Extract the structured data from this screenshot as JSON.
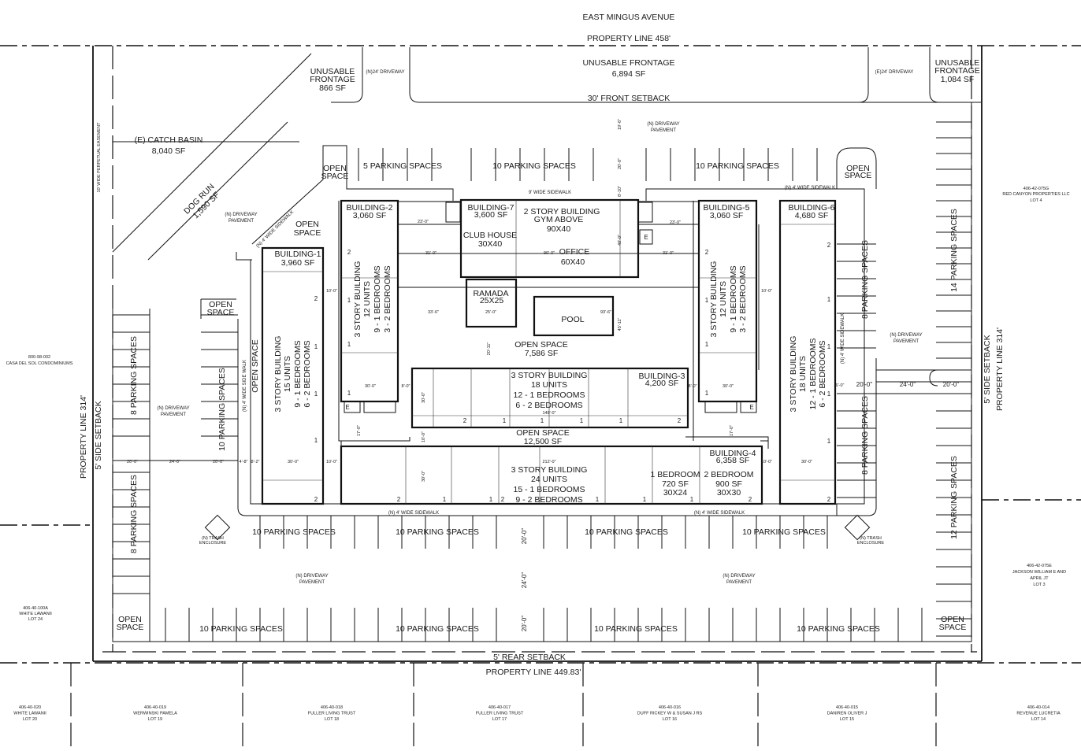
{
  "street": "EAST MINGUS AVENUE",
  "property_line_top": "PROPERTY LINE 458'",
  "property_line_bottom": "PROPERTY LINE 449.83'",
  "property_line_side": "PROPERTY LINE 314'",
  "front_setback": "30' FRONT SETBACK",
  "rear_setback": "5' REAR SETBACK",
  "side_setback": "5' SIDE SETBACK",
  "unusable_frontage_center": [
    "UNUSABLE FRONTAGE",
    "6,894 SF"
  ],
  "unusable_frontage_left": [
    "UNUSABLE",
    "FRONTAGE",
    "866 SF"
  ],
  "unusable_frontage_right": [
    "UNUSABLE",
    "FRONTAGE",
    "1,084 SF"
  ],
  "driveway_n24": "(N)24' DRIVEWAY",
  "driveway_e24": "(E)24' DRIVEWAY",
  "catch_basin": [
    "(E) CATCH BASIN",
    "8,040 SF"
  ],
  "easement": "10' WIDE PERPETUAL EASEMENT",
  "dog_run": [
    "DOG RUN",
    "1,590 SF"
  ],
  "driveway_pavement": [
    "(N) DRIVEWAY",
    "PAVEMENT"
  ],
  "sidewalk_4ft": "(N) 4' WIDE SIDEWALK",
  "sidewalk_4ft_side": "(N) 4' WIDE SIDE WALK",
  "sidewalk_9ft": "9' WIDE SIDEWALK",
  "open_space": [
    "OPEN",
    "SPACE"
  ],
  "open_space_single": "OPEN SPACE",
  "open_space_center": [
    "OPEN SPACE",
    "7,586 SF"
  ],
  "open_space_south": [
    "OPEN SPACE",
    "12,500 SF"
  ],
  "trash": [
    "(N) TRASH",
    "ENCLOSURE"
  ],
  "parking": {
    "p5": "5 PARKING SPACES",
    "p8": "8 PARKING SPACES",
    "p10": "10 PARKING SPACES",
    "p12": "12 PARKING SPACES",
    "p14": "14 PARKING SPACES"
  },
  "buildings": {
    "b1": {
      "name": "BUILDING-1",
      "area": "3,960 SF",
      "desc": [
        "3 STORY BUILDING",
        "15 UNITS",
        "9 - 1 BEDROOMS",
        "6 - 2 BEDROOMS"
      ]
    },
    "b2": {
      "name": "BUILDING-2",
      "area": "3,060 SF",
      "desc": [
        "3 STORY BUILDING",
        "12 UNITS",
        "9 - 1 BEDROOMS",
        "3 - 2 BEDROOMS"
      ]
    },
    "b3": {
      "name": "BUILDING-3",
      "area": "4,200 SF",
      "desc": [
        "3 STORY BUILDING",
        "18 UNITS",
        "12 - 1 BEDROOMS",
        "6 - 2 BEDROOMS"
      ]
    },
    "b4": {
      "name": "BUILDING-4",
      "area": "6,358 SF",
      "desc": [
        "3 STORY BUILDING",
        "24 UNITS",
        "15 - 1 BEDROOMS",
        "9 - 2 BEDROOMS"
      ],
      "unit1": [
        "1 BEDROOM",
        "720 SF",
        "30X24"
      ],
      "unit2": [
        "2 BEDROOM",
        "900 SF",
        "30X30"
      ]
    },
    "b5": {
      "name": "BUILDING-5",
      "area": "3,060 SF",
      "desc": [
        "3 STORY BUILDING",
        "12 UNITS",
        "9 - 1 BEDROOMS",
        "3 - 2 BEDROOMS"
      ]
    },
    "b6": {
      "name": "BUILDING-6",
      "area": "4,680 SF",
      "desc": [
        "3 STORY BUILDING",
        "18 UNITS",
        "12 - 1 BEDROOMS",
        "6 - 2 BEDROOMS"
      ]
    },
    "b7": {
      "name": "BUILDING-7",
      "area": "3,600 SF",
      "club": [
        "CLUB HOUSE",
        "30X40"
      ],
      "gym": [
        "2 STORY BUILDING",
        "GYM ABOVE",
        "90X40"
      ],
      "office": [
        "OFFICE",
        "60X40"
      ]
    }
  },
  "ramada": [
    "RAMADA",
    "25X25"
  ],
  "pool": "POOL",
  "elevator": "E",
  "dims": {
    "d20": "20'-0\"",
    "d24": "24'-0\"",
    "d23": "23'-0\"",
    "d31": "31'-0\"",
    "d33": "33'-6\"",
    "d25": "25'-0\"",
    "d93": "93'-6\"",
    "d90": "90'-0\"",
    "d40": "40'-0\"",
    "d45": "45'-11\"",
    "d2011": "20'-11\"",
    "d810": "8'-10\"",
    "d196": "19'-6\"",
    "d10": "10'-0\"",
    "d30": "30'-0\"",
    "d8": "8'-0\"",
    "d148": "148'-0\"",
    "d17": "17'-0\"",
    "d212": "212'-0\"",
    "d48": "4'-8\"",
    "d82": "8'-2\"",
    "d6": "6'-0\""
  },
  "unit_counts": [
    "2",
    "1",
    "1",
    "1",
    "2",
    "1",
    "1",
    "1",
    "2",
    "2",
    "1",
    "1",
    "1",
    "1",
    "2",
    "2",
    "1",
    "1",
    "2",
    "1",
    "1",
    "1",
    "2",
    "2",
    "1",
    "1",
    "1",
    "2",
    "1",
    "1",
    "1",
    "1",
    "2"
  ],
  "neighbors": {
    "casa": [
      "800-98-002",
      "CASA DEL SOL CONDOMINIUMS"
    ],
    "lot24": [
      "406-40-100A",
      "WHITE LAWANII",
      "LOT 24"
    ],
    "lot4": [
      "406-42-075G",
      "RED CANYON PROPERTIES LLC",
      "LOT 4"
    ],
    "lot3": [
      "406-42-075E",
      "JACKSON WILLIAM E AND",
      "APRIL JT",
      "LOT 3"
    ],
    "lot20": [
      "406-40-020",
      "WHITE LAWANII",
      "LOT 20"
    ],
    "lot19": [
      "406-40-019",
      "WERWINSKI PAMELA",
      "LOT 19"
    ],
    "lot18": [
      "406-40-018",
      "FULLER LIVING TRUST",
      "LOT 18"
    ],
    "lot17": [
      "406-40-017",
      "FULLER LIVING TRUST",
      "LOT 17"
    ],
    "lot16": [
      "406-40-016",
      "DUFF RICKEY W & SUSAN J RS",
      "LOT 16"
    ],
    "lot15": [
      "406-40-015",
      "DANIREN OLIVER J",
      "LOT 15"
    ],
    "lot14": [
      "406-40-014",
      "REVENUE LUCRETIA",
      "LOT 14"
    ]
  }
}
